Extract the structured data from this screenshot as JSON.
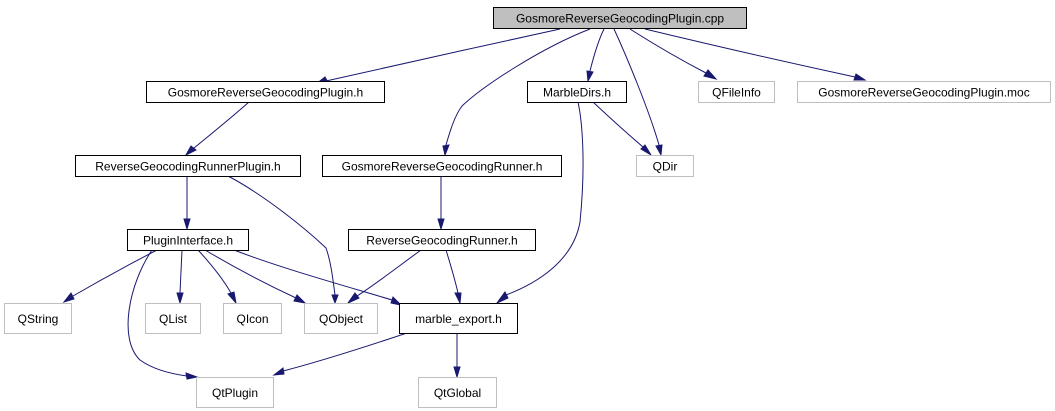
{
  "diagram": {
    "type": "include-dependency-graph",
    "colors": {
      "edge": "#191970",
      "root_fill": "#bfbfbf",
      "root_border": "#000000",
      "documented_border": "#000000",
      "external_border": "#bfbfbf",
      "external_text": "#000000",
      "node_fill": "#ffffff"
    },
    "nodes": [
      {
        "id": "n0",
        "label": "GosmoreReverseGeocodingPlugin.cpp",
        "kind": "root"
      },
      {
        "id": "n1",
        "label": "GosmoreReverseGeocodingPlugin.h",
        "kind": "documented"
      },
      {
        "id": "n2",
        "label": "MarbleDirs.h",
        "kind": "documented"
      },
      {
        "id": "n3",
        "label": "QFileInfo",
        "kind": "external"
      },
      {
        "id": "n4",
        "label": "GosmoreReverseGeocodingPlugin.moc",
        "kind": "external"
      },
      {
        "id": "n5",
        "label": "ReverseGeocodingRunnerPlugin.h",
        "kind": "documented"
      },
      {
        "id": "n6",
        "label": "GosmoreReverseGeocodingRunner.h",
        "kind": "documented"
      },
      {
        "id": "n7",
        "label": "QDir",
        "kind": "external"
      },
      {
        "id": "n8",
        "label": "PluginInterface.h",
        "kind": "documented"
      },
      {
        "id": "n9",
        "label": "ReverseGeocodingRunner.h",
        "kind": "documented"
      },
      {
        "id": "n10",
        "label": "QString",
        "kind": "external"
      },
      {
        "id": "n11",
        "label": "QList",
        "kind": "external"
      },
      {
        "id": "n12",
        "label": "QIcon",
        "kind": "external"
      },
      {
        "id": "n13",
        "label": "QObject",
        "kind": "external"
      },
      {
        "id": "n14",
        "label": "marble_export.h",
        "kind": "documented"
      },
      {
        "id": "n15",
        "label": "QtPlugin",
        "kind": "external"
      },
      {
        "id": "n16",
        "label": "QtGlobal",
        "kind": "external"
      }
    ],
    "edges": [
      {
        "from": "n0",
        "to": "n1"
      },
      {
        "from": "n0",
        "to": "n6"
      },
      {
        "from": "n0",
        "to": "n2"
      },
      {
        "from": "n0",
        "to": "n7"
      },
      {
        "from": "n0",
        "to": "n3"
      },
      {
        "from": "n0",
        "to": "n4"
      },
      {
        "from": "n1",
        "to": "n5"
      },
      {
        "from": "n5",
        "to": "n8"
      },
      {
        "from": "n5",
        "to": "n13"
      },
      {
        "from": "n6",
        "to": "n9"
      },
      {
        "from": "n2",
        "to": "n7"
      },
      {
        "from": "n2",
        "to": "n14"
      },
      {
        "from": "n8",
        "to": "n10"
      },
      {
        "from": "n8",
        "to": "n15"
      },
      {
        "from": "n8",
        "to": "n11"
      },
      {
        "from": "n8",
        "to": "n12"
      },
      {
        "from": "n8",
        "to": "n13"
      },
      {
        "from": "n8",
        "to": "n14"
      },
      {
        "from": "n9",
        "to": "n13"
      },
      {
        "from": "n9",
        "to": "n14"
      },
      {
        "from": "n14",
        "to": "n15"
      },
      {
        "from": "n14",
        "to": "n16"
      }
    ]
  }
}
